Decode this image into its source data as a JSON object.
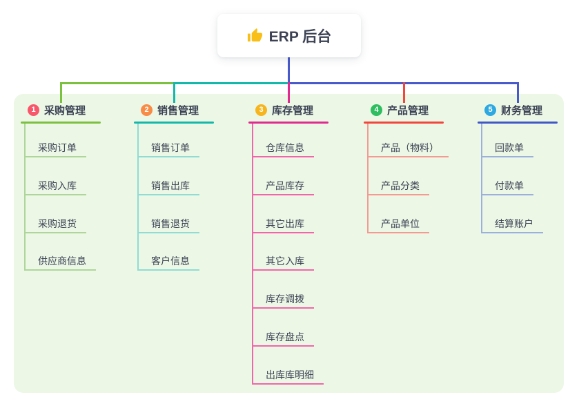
{
  "root": {
    "label": "ERP 后台",
    "icon": "thumbs-up-icon"
  },
  "colors": {
    "panel_bg": "#ecf7e6",
    "root_line": "#4859cc",
    "text": "#3c4254",
    "thumb": "#f9bf17"
  },
  "branches": [
    {
      "num": "1",
      "title": "采购管理",
      "color": "#7cc03f",
      "light": "#aed69b",
      "badge": "#f8566b",
      "items": [
        "采购订单",
        "采购入库",
        "采购退货",
        "供应商信息"
      ]
    },
    {
      "num": "2",
      "title": "销售管理",
      "color": "#14b8ab",
      "light": "#8fdcd5",
      "badge": "#f88c46",
      "items": [
        "销售订单",
        "销售出库",
        "销售退货",
        "客户信息"
      ]
    },
    {
      "num": "3",
      "title": "库存管理",
      "color": "#e02a8f",
      "light": "#f265ab",
      "badge": "#f6b41d",
      "items": [
        "仓库信息",
        "产品库存",
        "其它出库",
        "其它入库",
        "库存调拨",
        "库存盘点",
        "出库库明细"
      ]
    },
    {
      "num": "4",
      "title": "产品管理",
      "color": "#f3453c",
      "light": "#f49a93",
      "badge": "#2ebd5f",
      "items": [
        "产品（物料）",
        "产品分类",
        "产品单位"
      ]
    },
    {
      "num": "5",
      "title": "财务管理",
      "color": "#4157c8",
      "light": "#9bb0dd",
      "badge": "#2da8e0",
      "items": [
        "回款单",
        "付款单",
        "结算账户"
      ]
    }
  ]
}
